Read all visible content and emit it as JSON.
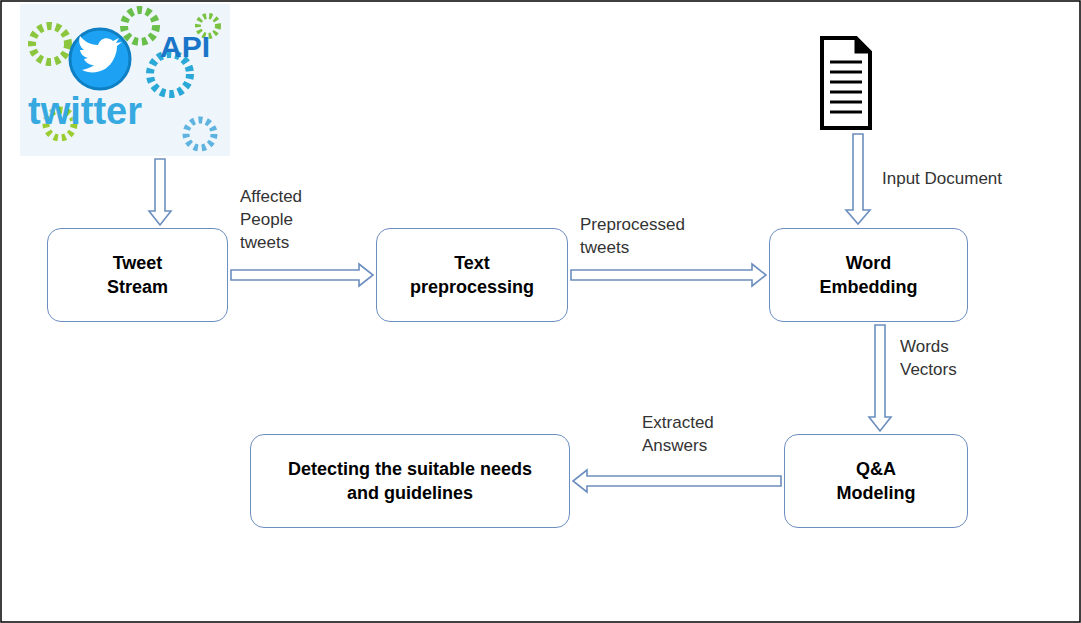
{
  "diagram": {
    "nodes": [
      {
        "text": [
          "API",
          "twitter"
        ]
      },
      {
        "text": [
          "Tweet Stream"
        ]
      },
      {
        "text": [
          "Text preprocessing"
        ]
      },
      {
        "text": [
          "Word Embedding"
        ]
      },
      {
        "text": [
          "Q&A Modeling"
        ]
      },
      {
        "text": [
          "Detecting the suitable needs and guidelines"
        ]
      }
    ],
    "edges": [
      {
        "from": 0,
        "to": 1,
        "arrow": "to"
      },
      {
        "from": 1,
        "to": 2,
        "label": "Affected People tweets",
        "arrow": "to"
      },
      {
        "from": 2,
        "to": 3,
        "label": "Preprocessed tweets",
        "arrow": "to"
      },
      {
        "from": 3,
        "to": 4,
        "label": "Words Vectors",
        "arrow": "to"
      },
      {
        "from": 4,
        "to": 5,
        "label": "Extracted Answers",
        "arrow": "to"
      }
    ],
    "labels": [
      "Input Document"
    ]
  }
}
